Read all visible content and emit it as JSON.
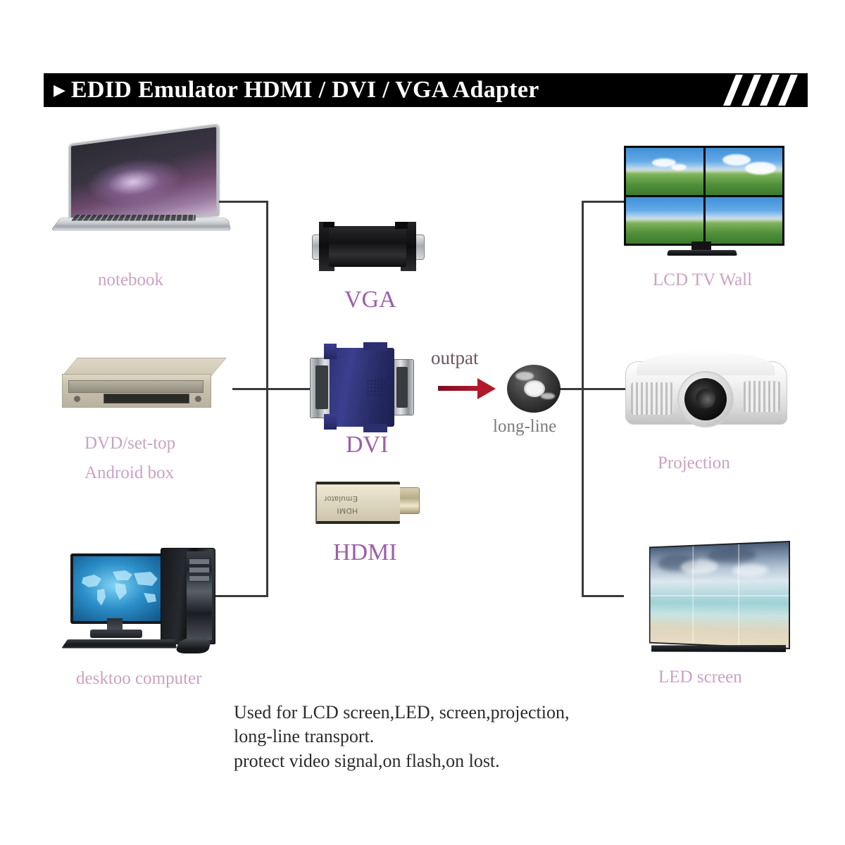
{
  "banner": {
    "arrow_glyph": "▶",
    "title": "EDID Emulator HDMI / DVI / VGA  Adapter"
  },
  "sources": [
    {
      "id": "notebook",
      "label": "notebook",
      "device": "laptop-computer"
    },
    {
      "id": "dvdbox",
      "label": "DVD/set-top",
      "label2": "Android box",
      "device": "dvd-set-top-box"
    },
    {
      "id": "desktop",
      "label": "desktoo computer",
      "device": "desktop-computer"
    }
  ],
  "adapters": [
    {
      "id": "vga",
      "label": "VGA",
      "color": "#1a1a1c"
    },
    {
      "id": "dvi",
      "label": "DVI",
      "color": "#2f3277"
    },
    {
      "id": "hdmi",
      "label": "HDMI",
      "color": "#e4ddc6"
    }
  ],
  "middle": {
    "output_label": "outpat",
    "longline_label": "long-line",
    "arrow_color": "#b01a2b"
  },
  "outputs": [
    {
      "id": "lcdtvwall",
      "label": "LCD TV Wall",
      "device": "tv-video-wall"
    },
    {
      "id": "projection",
      "label": "Projection",
      "device": "projector"
    },
    {
      "id": "ledscreen",
      "label": "LED screen",
      "device": "led-video-wall"
    }
  ],
  "description": "Used for LCD screen,LED,  screen,projection,\nlong-line transport.\nprotect video signal,on flash,on lost.",
  "colors": {
    "label_purple": "#c9a2c4",
    "label_bright_purple": "#9b5fa8",
    "label_gray": "#7a7a7a",
    "line": "#3a3a3a",
    "banner_bg": "#000000",
    "banner_text": "#ffffff",
    "page_bg": "#ffffff"
  }
}
